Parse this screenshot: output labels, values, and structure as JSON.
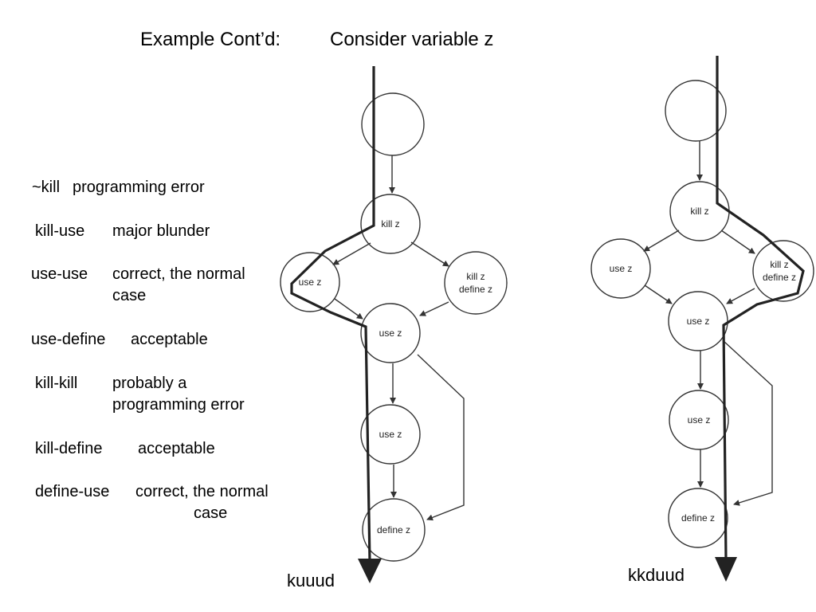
{
  "title": {
    "example": "Example Cont’d:",
    "consider": "Consider variable z"
  },
  "rules": [
    {
      "pair": "~kill",
      "meaning": "programming error"
    },
    {
      "pair": "kill-use",
      "meaning": "major blunder"
    },
    {
      "pair": "use-use",
      "meaning": "correct, the normal",
      "meaning2": "case"
    },
    {
      "pair": "use-define",
      "meaning": "acceptable"
    },
    {
      "pair": "kill-kill",
      "meaning": "probably a",
      "meaning2": "programming error"
    },
    {
      "pair": "kill-define",
      "meaning": "acceptable"
    },
    {
      "pair": "define-use",
      "meaning": "correct,  the normal",
      "meaning2": "case"
    }
  ],
  "graph_left": {
    "nodes": [
      "",
      "kill z",
      "use z",
      "kill z",
      "define z",
      "use z",
      "use z",
      "define z"
    ],
    "path_label": "kuuud"
  },
  "graph_right": {
    "nodes": [
      "",
      "kill z",
      "use z",
      "kill z",
      "define z",
      "use z",
      "use z",
      "define z"
    ],
    "path_label": "kkduud"
  }
}
